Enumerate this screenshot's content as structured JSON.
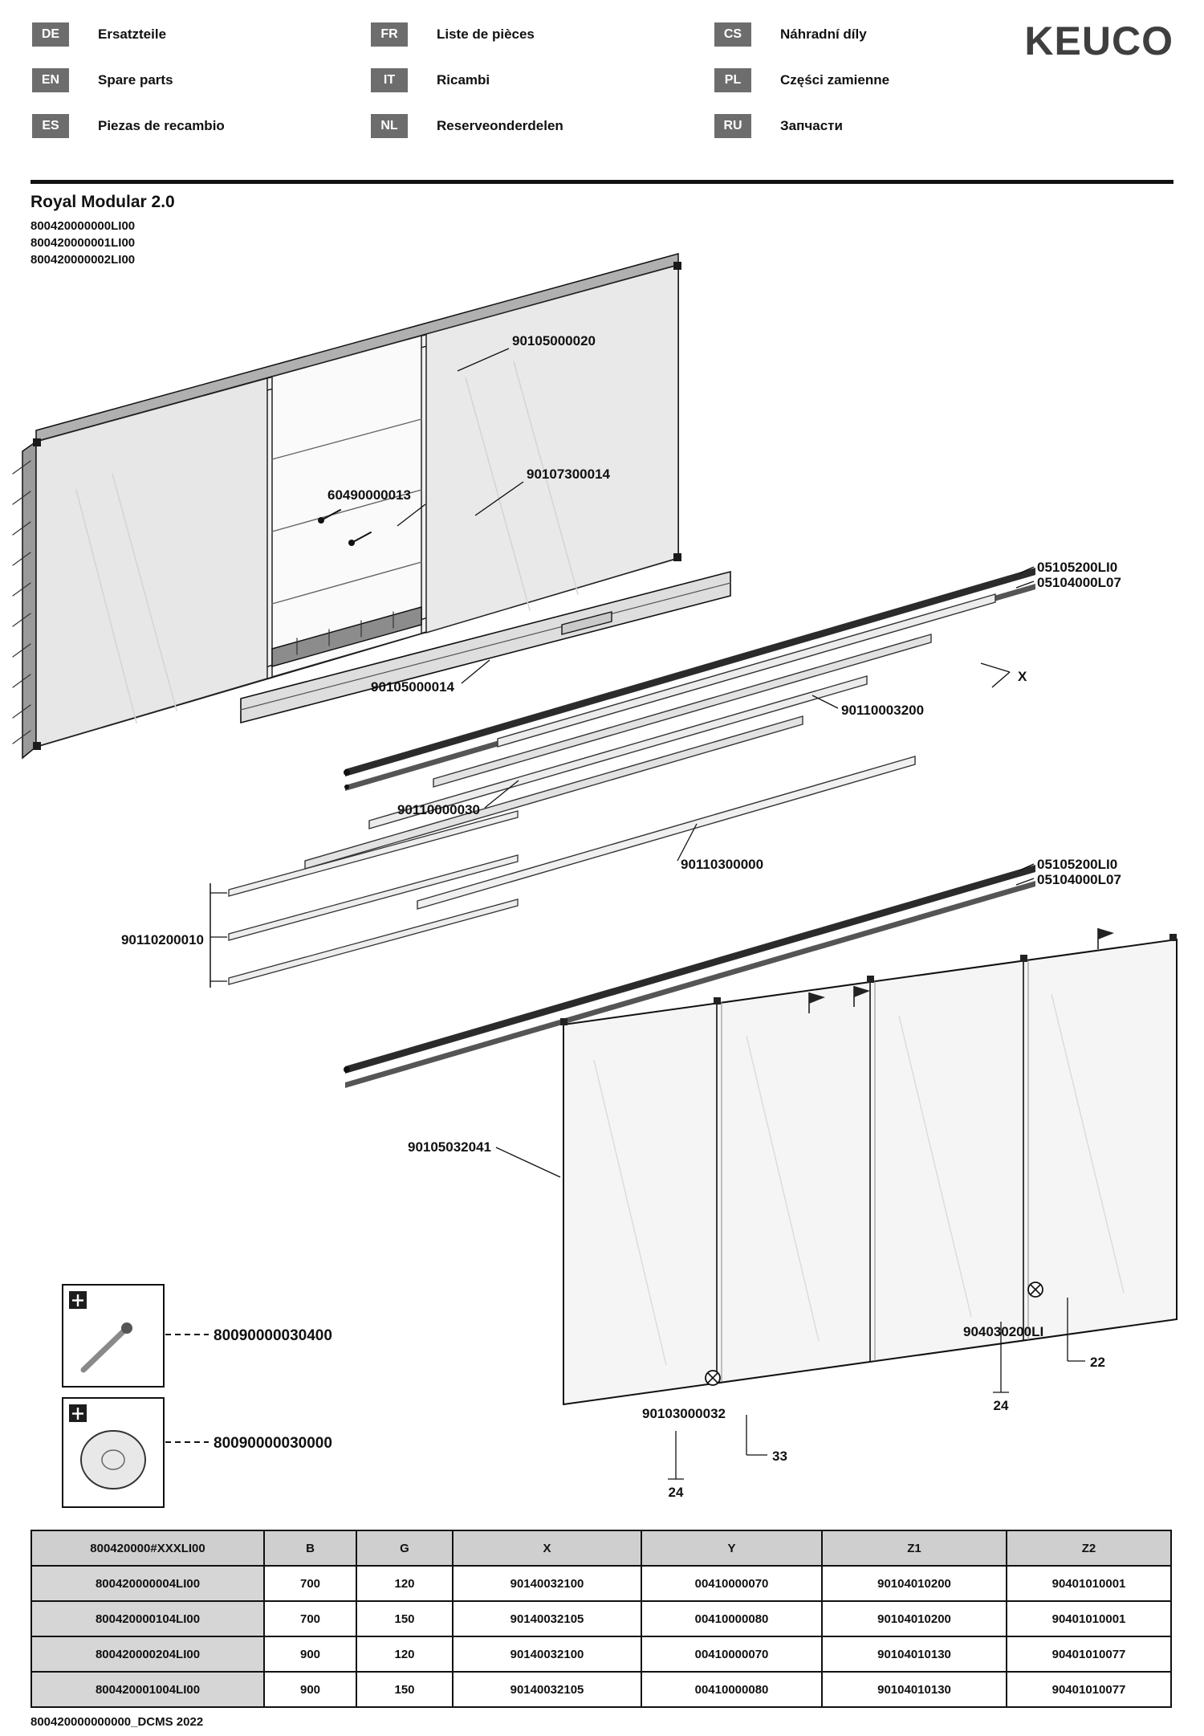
{
  "brand": "KEUCO",
  "header": {
    "languages": [
      {
        "code": "DE",
        "label": "Ersatzteile"
      },
      {
        "code": "EN",
        "label": "Spare parts"
      },
      {
        "code": "ES",
        "label": "Piezas de recambio"
      },
      {
        "code": "FR",
        "label": "Liste de pièces"
      },
      {
        "code": "IT",
        "label": "Ricambi"
      },
      {
        "code": "NL",
        "label": "Reserveonderdelen"
      },
      {
        "code": "CS",
        "label": "Náhradní díly"
      },
      {
        "code": "PL",
        "label": "Części zamienne"
      },
      {
        "code": "RU",
        "label": "Запчасти"
      }
    ]
  },
  "product": {
    "title": "Royal Modular 2.0",
    "codes": [
      "800420000000LI00",
      "800420000001LI00",
      "800420000002LI00"
    ]
  },
  "diagram": {
    "part_labels": {
      "top_profile": "90105000020",
      "door_fitting": "90107300014",
      "glass_shelf_clip": "60490000013",
      "bottom_profile": "90105000014",
      "rail_upper_1": "05105200LI0",
      "rail_upper_2": "05104000L07",
      "light_profile": "90110003200",
      "light_strip": "90110000030",
      "cover_profile": "90110300000",
      "shelf_set": "90110200010",
      "rail_lower_1": "05105200LI0",
      "rail_lower_2": "05104000L07",
      "mirror_door": "90105032041",
      "fixing_right": "904030200LI",
      "fixing_mid": "90103000032"
    },
    "dims": {
      "x": "X",
      "right_depth": "22",
      "right_width": "24",
      "mid_width": "33",
      "mid_offset": "24"
    },
    "details": [
      {
        "code": "80090000030400"
      },
      {
        "code": "80090000030000"
      }
    ]
  },
  "table": {
    "headers": [
      "800420000#XXXLI00",
      "B",
      "G",
      "X",
      "Y",
      "Z1",
      "Z2"
    ],
    "rows": [
      [
        "800420000004LI00",
        "700",
        "120",
        "90140032100",
        "00410000070",
        "90104010200",
        "90401010001"
      ],
      [
        "800420000104LI00",
        "700",
        "150",
        "90140032105",
        "00410000080",
        "90104010200",
        "90401010001"
      ],
      [
        "800420000204LI00",
        "900",
        "120",
        "90140032100",
        "00410000070",
        "90104010130",
        "90401010077"
      ],
      [
        "800420001004LI00",
        "900",
        "150",
        "90140032105",
        "00410000080",
        "90104010130",
        "90401010077"
      ]
    ]
  },
  "footer": {
    "doc_id": "800420000000000_DCMS 2022"
  }
}
